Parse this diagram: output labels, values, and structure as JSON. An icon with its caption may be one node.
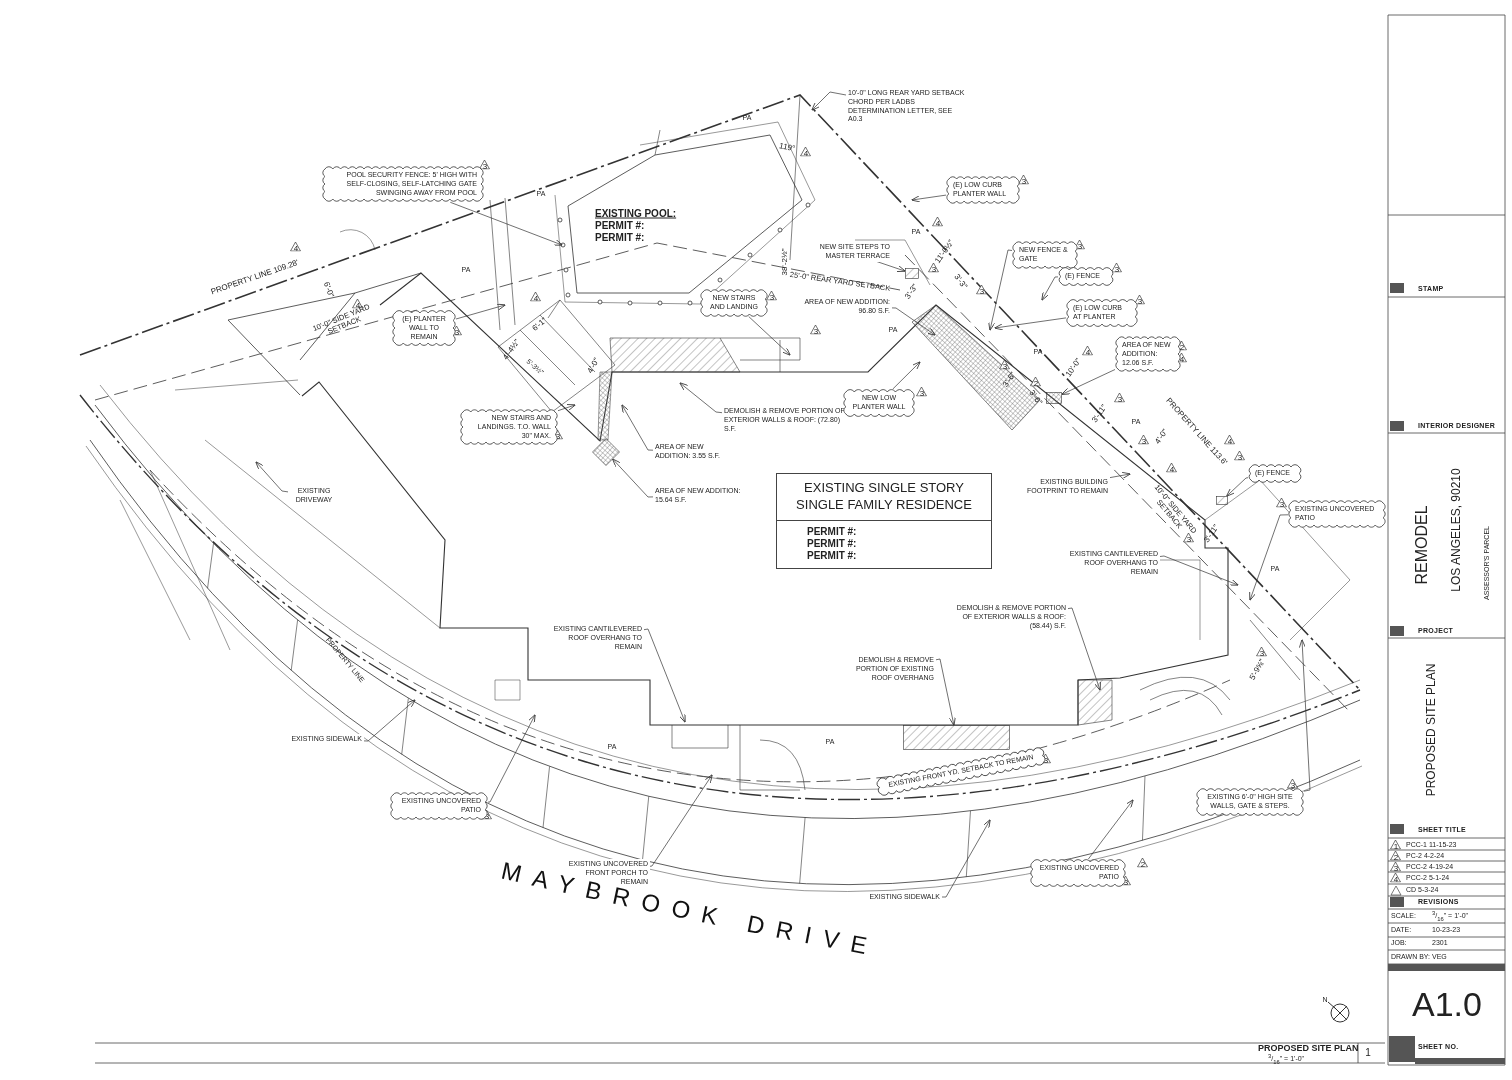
{
  "diagram": {
    "nodes": [
      {
        "text": [
          "POOL SECURITY FENCE: 5' HIGH WITH SELF-CLOSING, SELF-LATCHING GATE SWINGING AWAY FROM POOL"
        ]
      },
      {
        "text": [
          "10'-0\" LONG REAR YARD SETBACK CHORD PER LADBS DETERMINATION LETTER, SEE A0.3"
        ]
      },
      {
        "text": [
          "(E) LOW CURB PLANTER WALL"
        ]
      },
      {
        "text": [
          "NEW SITE STEPS TO MASTER TERRACE"
        ]
      },
      {
        "text": [
          "NEW FENCE & GATE"
        ]
      },
      {
        "text": [
          "(E) FENCE"
        ]
      },
      {
        "text": [
          "(E) LOW CURB AT PLANTER"
        ]
      },
      {
        "text": [
          "AREA OF NEW ADDITION: 96.80 S.F."
        ]
      },
      {
        "text": [
          "NEW STAIRS AND LANDING"
        ]
      },
      {
        "text": [
          "AREA OF NEW ADDITION: 12.06 S.F."
        ]
      },
      {
        "text": [
          "(E) PLANTER WALL TO REMAIN"
        ]
      },
      {
        "text": [
          "NEW STAIRS AND LANDINGS. T.O. WALL 30\" MAX."
        ]
      },
      {
        "text": [
          "NEW LOW PLANTER WALL"
        ]
      },
      {
        "text": [
          "DEMOLISH & REMOVE PORTION OF EXTERIOR WALLS & ROOF: (72.80) S.F."
        ]
      },
      {
        "text": [
          "AREA OF NEW ADDITION: 3.55 S.F."
        ]
      },
      {
        "text": [
          "AREA OF NEW ADDITION: 15.64 S.F."
        ]
      },
      {
        "text": [
          "EXISTING DRIVEWAY"
        ]
      },
      {
        "text": [
          "EXISTING BUILDING FOOTPRINT TO REMAIN"
        ]
      },
      {
        "text": [
          "(E) FENCE"
        ]
      },
      {
        "text": [
          "EXISTING UNCOVERED PATIO"
        ]
      },
      {
        "text": [
          "EXISTING CANTILEVERED ROOF OVERHANG TO REMAIN"
        ]
      },
      {
        "text": [
          "DEMOLISH & REMOVE PORTION OF EXTERIOR WALLS & ROOF: (58.44) S.F."
        ]
      },
      {
        "text": [
          "EXISTING CANTILEVERED ROOF OVERHANG TO REMAIN"
        ]
      },
      {
        "text": [
          "DEMOLISH & REMOVE PORTION OF EXISTING ROOF OVERHANG"
        ]
      },
      {
        "text": [
          "EXISTING SIDEWALK"
        ]
      },
      {
        "text": [
          "EXISTING UNCOVERED PATIO"
        ]
      },
      {
        "text": [
          "EXISTING FRONT YD. SETBACK TO REMAIN"
        ]
      },
      {
        "text": [
          "EXISTING 6'-0\" HIGH SITE WALLS, GATE & STEPS."
        ]
      },
      {
        "text": [
          "EXISTING UNCOVERED FRONT PORCH TO REMAIN"
        ]
      },
      {
        "text": [
          "EXISTING UNCOVERED PATIO"
        ]
      },
      {
        "text": [
          "EXISTING SIDEWALK"
        ]
      },
      {
        "text": [
          "EXISTING SINGLE STORY SINGLE FAMILY RESIDENCE",
          "PERMIT #:",
          "PERMIT #:",
          "PERMIT #:"
        ]
      },
      {
        "text": [],
        "shape": "diamond"
      },
      {
        "text": [],
        "shape": "box"
      },
      {
        "text": [],
        "shape": "box"
      },
      {
        "text": [],
        "shape": "box"
      },
      {
        "text": [],
        "shape": "box"
      }
    ],
    "edges": [
      {
        "from": 0,
        "to": null,
        "arrow": "to"
      },
      {
        "from": 1,
        "to": null,
        "arrow": "to"
      },
      {
        "from": 2,
        "to": null,
        "arrow": "to"
      },
      {
        "from": 3,
        "to": 35,
        "arrow": "to"
      },
      {
        "from": 4,
        "to": null,
        "arrow": "to"
      },
      {
        "from": 5,
        "to": null,
        "arrow": "to"
      },
      {
        "from": 6,
        "to": null,
        "arrow": "to"
      },
      {
        "from": 7,
        "to": null,
        "arrow": "to"
      },
      {
        "from": 8,
        "to": null,
        "arrow": "to"
      },
      {
        "from": 9,
        "to": 34,
        "arrow": "to"
      },
      {
        "from": 10,
        "to": null,
        "arrow": "to"
      },
      {
        "from": 11,
        "to": null,
        "arrow": "to"
      },
      {
        "from": 12,
        "to": null,
        "arrow": "to"
      },
      {
        "from": 13,
        "to": null,
        "arrow": "to"
      },
      {
        "from": 14,
        "to": null,
        "arrow": "to"
      },
      {
        "from": 15,
        "to": 32,
        "arrow": "to"
      },
      {
        "from": 16,
        "to": null,
        "arrow": "to"
      },
      {
        "from": 17,
        "to": null,
        "arrow": "to"
      },
      {
        "from": 18,
        "to": 36,
        "arrow": "to"
      },
      {
        "from": 19,
        "to": null,
        "arrow": "to"
      },
      {
        "from": 20,
        "to": null,
        "arrow": "to"
      },
      {
        "from": 21,
        "to": null,
        "arrow": "to"
      },
      {
        "from": 22,
        "to": null,
        "arrow": "to"
      },
      {
        "from": 23,
        "to": 33,
        "arrow": "to"
      },
      {
        "from": 24,
        "to": null,
        "arrow": "to"
      },
      {
        "from": 25,
        "to": null,
        "arrow": "to"
      },
      {
        "from": 27,
        "to": null,
        "arrow": "to"
      },
      {
        "from": 28,
        "to": null,
        "arrow": "to"
      },
      {
        "from": 29,
        "to": null,
        "arrow": "to"
      },
      {
        "from": 30,
        "to": null,
        "arrow": "to"
      }
    ],
    "labels": [
      "PA",
      "119°",
      "4",
      "3",
      "PA",
      "EXISTING POOL:",
      "PERMIT #:",
      "PERMIT #:",
      "3",
      "PA",
      "4",
      "38'-2½\"",
      "11'-0½\"",
      "4",
      "PROPERTY LINE 109.28'",
      "PA",
      "3",
      "3",
      "3'-3\"",
      "3'-3\"",
      "3",
      "3",
      "6'-0\"",
      "25'-0\" REAR YARD SETBACK",
      "4",
      "3",
      "3",
      "4",
      "10'-0\" SIDE YARD SETBACK",
      "3",
      "6'-1\"",
      "3",
      "PA",
      "PA",
      "4'-4½\"",
      "4",
      "2",
      "4",
      "5'-3½\"",
      "4'-0\"",
      "3",
      "3'-6\"",
      "10'-0\"",
      "3'-6\"",
      "2",
      "3",
      "3",
      "3'-11\"",
      "PA",
      "4'-0\"",
      "3",
      "PROPERTY LINE 113.6'",
      "4",
      "3",
      "3",
      "4",
      "10'-0\" SIDE YARD SETBACK",
      "3",
      "3'-11\"",
      "3",
      "PA",
      "PROPERTY LINE",
      "3",
      "5'-9⅝\"",
      "PA",
      "PA",
      "3",
      "3",
      "3",
      "2",
      "3",
      "MAYBROOK DRIVE",
      "N",
      "PROPOSED SITE PLAN",
      "1",
      "$^{3}$/$_{16}$\" = 1'-0\"",
      "STAMP",
      "INTERIOR DESIGNER",
      "REMODEL",
      "LOS ANGELES, 90210",
      "ASSESSOR'S PARCEL",
      "PROJECT",
      "PROPOSED SITE PLAN",
      "SHEET TITLE",
      "1",
      "PCC-1 11-15-23",
      "2",
      "PC-2 4-2-24",
      "3",
      "PCC-2 4-19-24",
      "4",
      "PCC-2 5-1-24",
      "CD 5-3-24",
      "REVISIONS",
      "SCALE:",
      "$^{3}$/$_{16}$\" = 1'-0\"",
      "DATE:",
      "10-23-23",
      "JOB:",
      "2301",
      "DRAWN BY:",
      "VEG",
      "A1.0",
      "SHEET NO."
    ]
  }
}
